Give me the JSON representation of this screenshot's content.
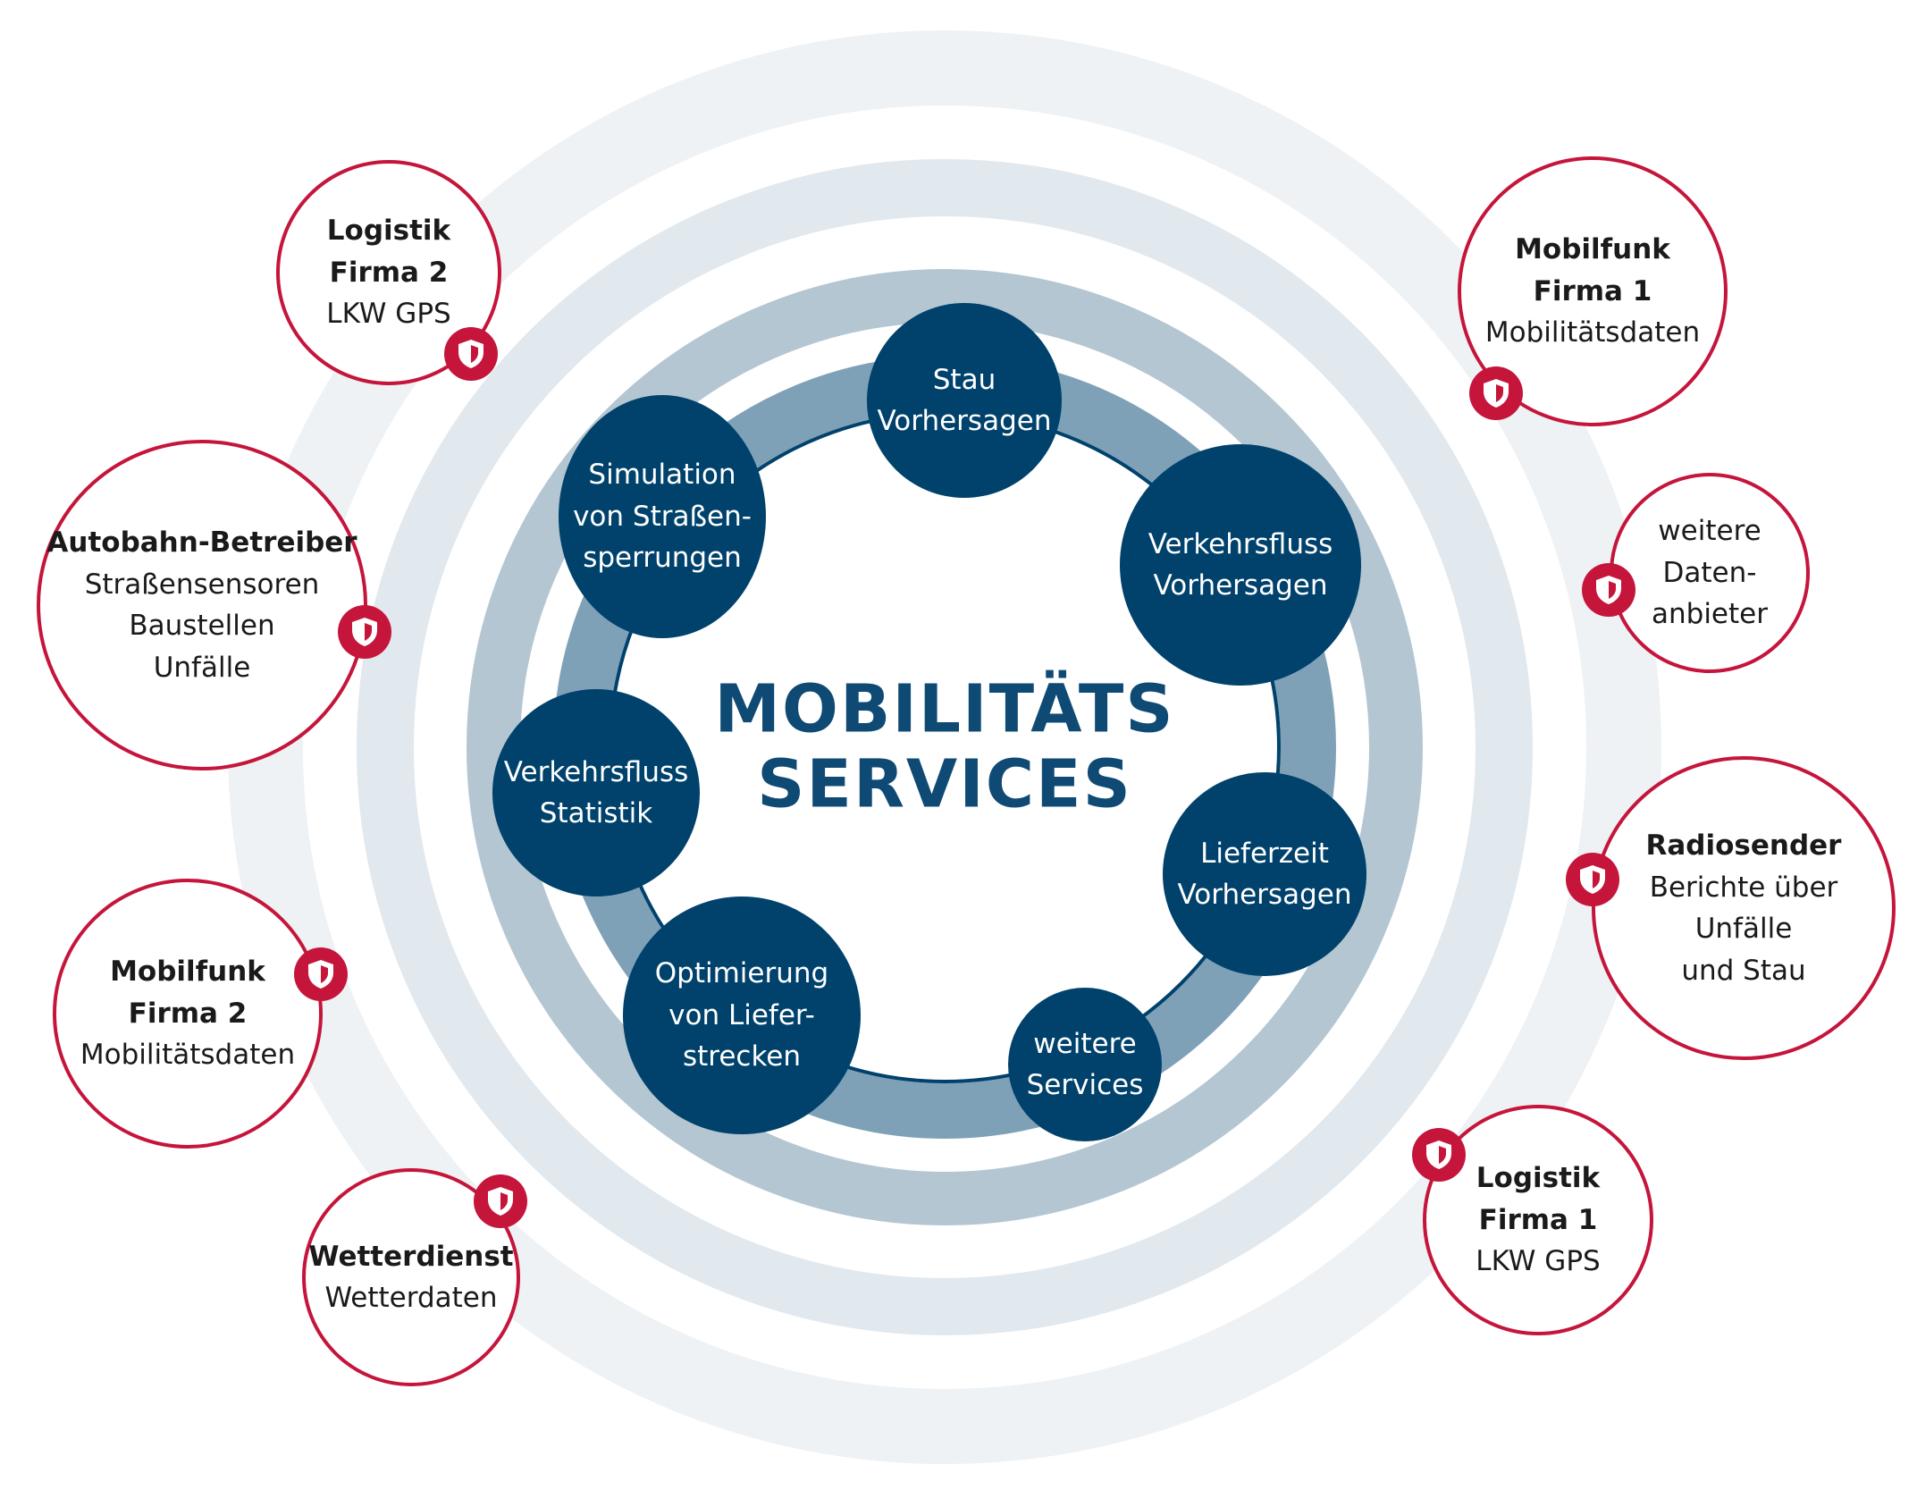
{
  "center": {
    "line1": "MOBILITÄTS",
    "line2": "SERVICES"
  },
  "services": [
    {
      "id": "stau",
      "lines": [
        "Stau",
        "Vorhersagen"
      ]
    },
    {
      "id": "verkehrsfluss-vorhersagen",
      "lines": [
        "Verkehrsfluss",
        "Vorhersagen"
      ]
    },
    {
      "id": "lieferzeit",
      "lines": [
        "Lieferzeit",
        "Vorhersagen"
      ]
    },
    {
      "id": "weitere-services",
      "lines": [
        "weitere",
        "Services"
      ]
    },
    {
      "id": "optimierung",
      "lines": [
        "Optimierung",
        "von Liefer-",
        "strecken"
      ]
    },
    {
      "id": "verkehrsfluss-statistik",
      "lines": [
        "Verkehrsfluss",
        "Statistik"
      ]
    },
    {
      "id": "simulation",
      "lines": [
        "Simulation",
        "von Straßen-",
        "sperrungen"
      ]
    }
  ],
  "sources": [
    {
      "id": "logistik-2",
      "title": [
        "Logistik",
        "Firma 2"
      ],
      "lines": [
        "LKW GPS"
      ]
    },
    {
      "id": "autobahn",
      "title": [
        "Autobahn-Betreiber"
      ],
      "lines": [
        "Straßensensoren",
        "Baustellen",
        "Unfälle"
      ]
    },
    {
      "id": "mobilfunk-2",
      "title": [
        "Mobilfunk",
        "Firma 2"
      ],
      "lines": [
        "Mobilitätsdaten"
      ]
    },
    {
      "id": "wetterdienst",
      "title": [
        "Wetterdienst"
      ],
      "lines": [
        "Wetterdaten"
      ]
    },
    {
      "id": "mobilfunk-1",
      "title": [
        "Mobilfunk",
        "Firma 1"
      ],
      "lines": [
        "Mobilitätsdaten"
      ]
    },
    {
      "id": "weitere-datenanbieter",
      "title": [],
      "lines": [
        "weitere",
        "Daten-",
        "anbieter"
      ]
    },
    {
      "id": "radiosender",
      "title": [
        "Radiosender"
      ],
      "lines": [
        "Berichte über",
        "Unfälle",
        "und Stau"
      ]
    },
    {
      "id": "logistik-1",
      "title": [
        "Logistik",
        "Firma 1"
      ],
      "lines": [
        "LKW GPS"
      ]
    }
  ],
  "colors": {
    "service_fill": "#00426c",
    "source_border": "#c5153b",
    "title_text": "#0f4a74",
    "ring_outer": "#eef2f5",
    "ring_mid": "#e1e8ee",
    "ring_inner": "#b3c6d2",
    "ring_core": "#7fa1b7"
  },
  "icons": {
    "badge": "shield-icon"
  }
}
